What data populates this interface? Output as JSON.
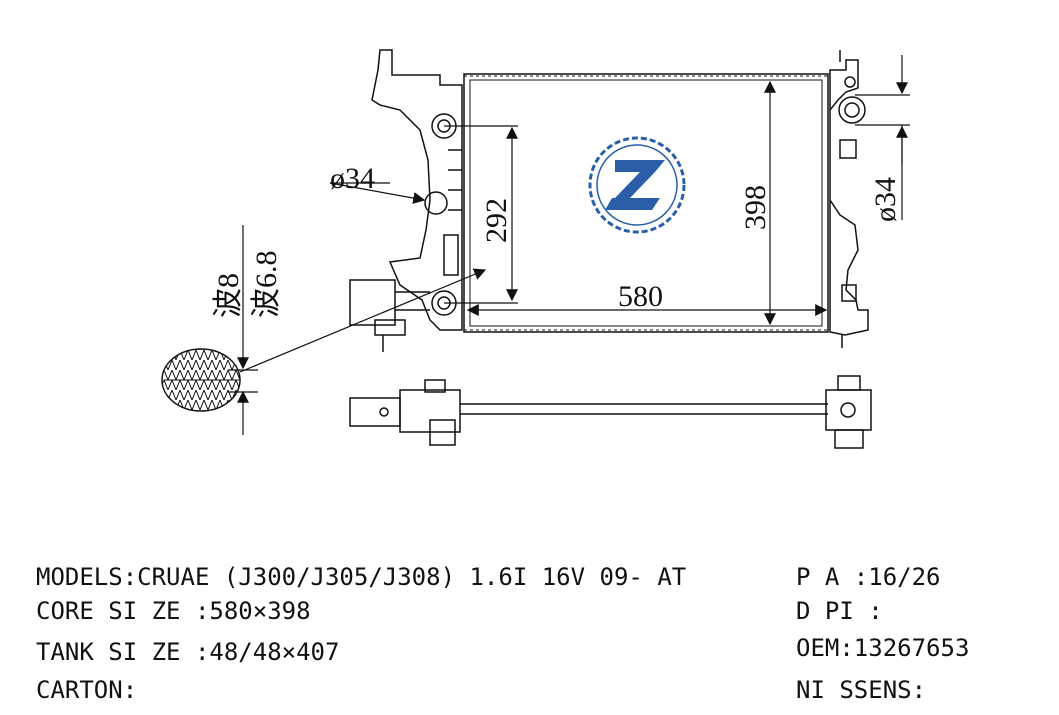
{
  "drawing": {
    "dimensions": {
      "width": "580",
      "height": "398",
      "inner_height": "292",
      "inlet_diameter": "ø34",
      "outlet_diameter": "ø34",
      "fin_pitch_1": "波8",
      "fin_pitch_2": "波6.8"
    },
    "logo": {
      "name": "ze-logo",
      "color": "#2a5fa8"
    }
  },
  "specs": {
    "models": "MODELS:CRUAE (J300/J305/J308) 1.6I 16V 09- AT",
    "core_size": "CORE SI ZE :580×398",
    "tank_size": "TANK SI ZE :48/48×407",
    "carton": "CARTON:",
    "pa": "P A :16/26",
    "dpi": "D PI :",
    "oem": "OEM:13267653",
    "nissens": "NI SSENS:"
  }
}
